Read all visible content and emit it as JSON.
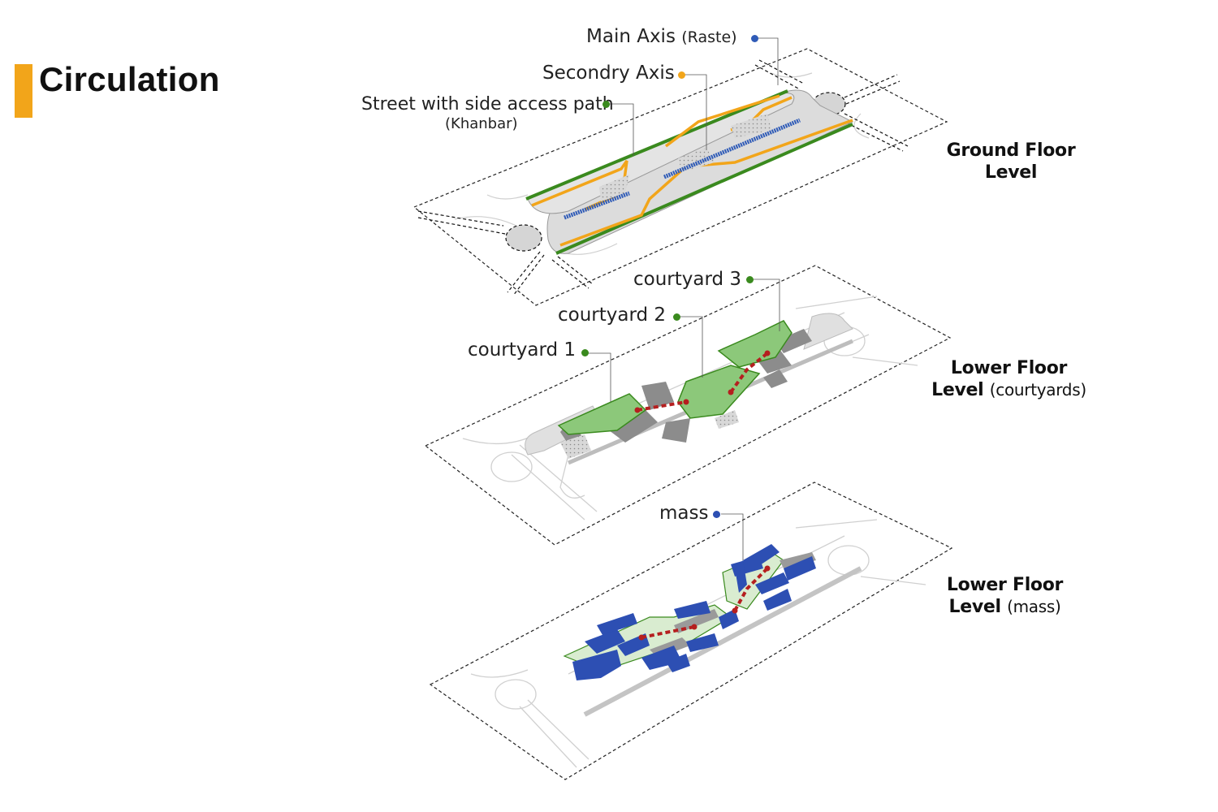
{
  "title": "Circulation",
  "colors": {
    "accent": "#f2a51a",
    "main_axis": "#2f5bb7",
    "secondary_axis": "#f2a51a",
    "street": "#3a8a1e",
    "courtyard": "#7fbf6a",
    "mass": "#2d4fb3",
    "path": "#b51f1f"
  },
  "labels": {
    "main_axis": "Main Axis",
    "main_axis_sub": "(Raste)",
    "secondary_axis": "Secondry Axis",
    "street": "Street with side access path",
    "street_sub": "(Khanbar)",
    "courtyard_3": "courtyard 3",
    "courtyard_2": "courtyard 2",
    "courtyard_1": "courtyard 1",
    "mass": "mass"
  },
  "levels": {
    "ground_line1": "Ground Floor",
    "ground_line2": "Level",
    "courtyards_line1": "Lower Floor",
    "courtyards_line2": "Level",
    "courtyards_sub": "(courtyards)",
    "mass_line1": "Lower Floor",
    "mass_line2": "Level",
    "mass_sub": "(mass)"
  },
  "icons": {
    "legend_marker": "dot",
    "circulation_path": "dashed-arrow"
  }
}
